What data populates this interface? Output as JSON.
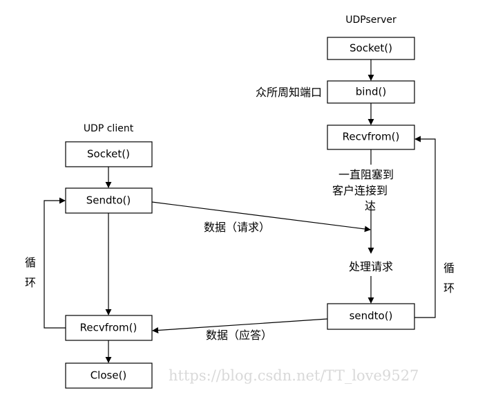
{
  "server": {
    "title": "UDPserver",
    "socket": "Socket()",
    "bind": "bind()",
    "bind_note": "众所周知端口",
    "recvfrom": "Recvfrom()",
    "block_note": [
      "一直阻塞到",
      "客户连接到",
      "达"
    ],
    "process": "处理请求",
    "sendto": "sendto()",
    "loop_chars": [
      "循",
      "环"
    ]
  },
  "client": {
    "title": "UDP client",
    "socket": "Socket()",
    "sendto": "Sendto()",
    "recvfrom": "Recvfrom()",
    "close": "Close()",
    "loop_chars": [
      "循",
      "环"
    ]
  },
  "edges": {
    "request": "数据（请求）",
    "reply": "数据（应答）"
  },
  "watermark": "https://blog.csdn.net/TT_love9527"
}
